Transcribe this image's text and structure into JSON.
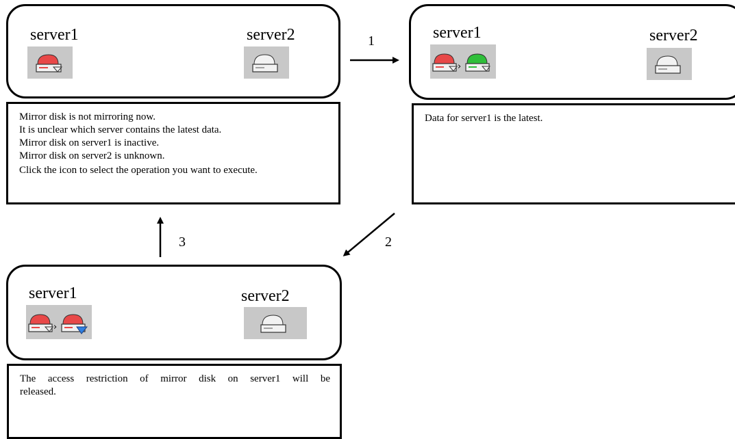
{
  "step_labels": [
    "1",
    "2",
    "3"
  ],
  "panels": [
    {
      "server1_label": "server1",
      "server2_label": "server2",
      "server1_icons": [
        "disk-inactive"
      ],
      "server2_icons": [
        "disk-unknown"
      ],
      "message_lines": [
        "Mirror disk is not mirroring now.",
        "It is unclear which server contains the latest data.",
        "Mirror disk on server1 is inactive.",
        "Mirror disk on server2 is unknown.",
        "Click the icon to select the operation you want to execute."
      ]
    },
    {
      "server1_label": "server1",
      "server2_label": "server2",
      "server1_icons": [
        "disk-inactive",
        "disk-latest"
      ],
      "server2_icons": [
        "disk-unknown"
      ],
      "message_lines": [
        "Data for server1 is the latest."
      ]
    },
    {
      "server1_label": "server1",
      "server2_label": "server2",
      "server1_icons": [
        "disk-inactive",
        "disk-access-released"
      ],
      "server2_icons": [
        "disk-unknown"
      ],
      "message_lines": [
        "The access restriction of mirror disk on server1 will be",
        "released."
      ]
    }
  ],
  "colors": {
    "inactive": "#e84848",
    "latest": "#2fbf3a",
    "released": "#2f7fe0",
    "tile": "#c8c8c8"
  }
}
